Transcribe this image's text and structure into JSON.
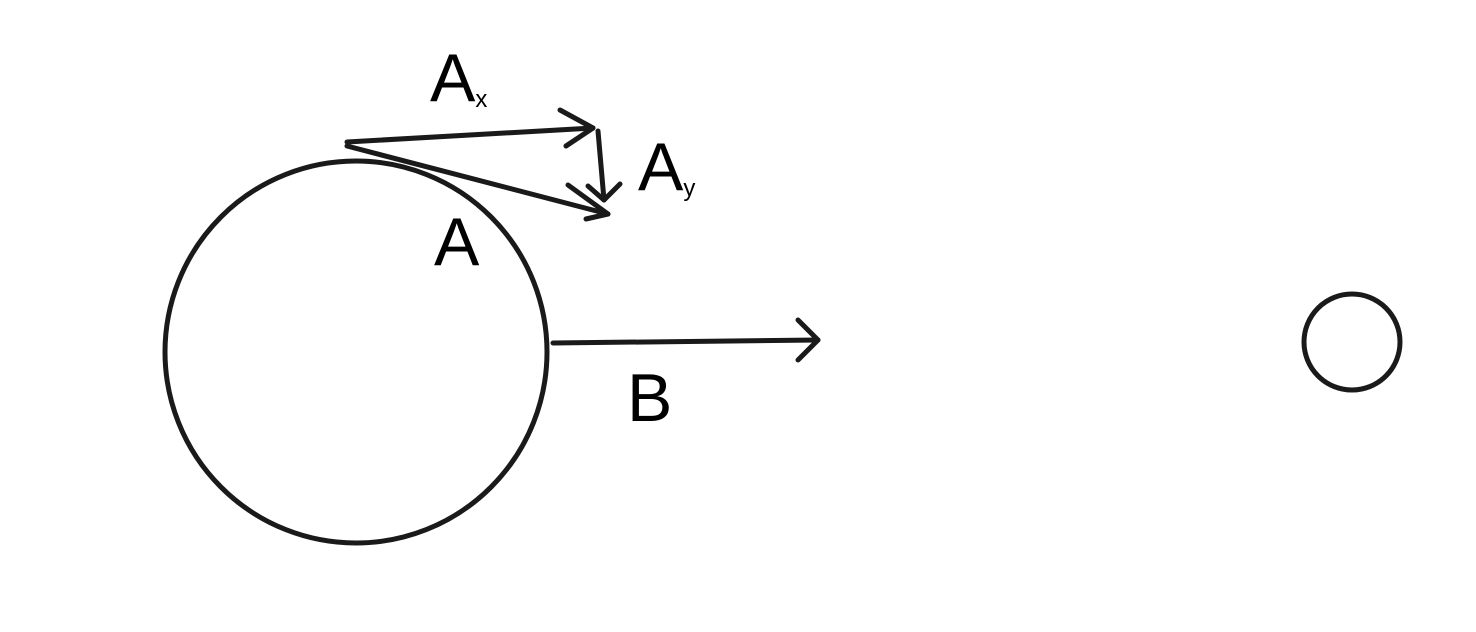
{
  "labels": {
    "ax_main": "A",
    "ax_sub": "x",
    "ay_main": "A",
    "ay_sub": "y",
    "a": "A",
    "b": "B"
  },
  "colors": {
    "stroke": "#1a1a1a",
    "background": "#ffffff"
  }
}
